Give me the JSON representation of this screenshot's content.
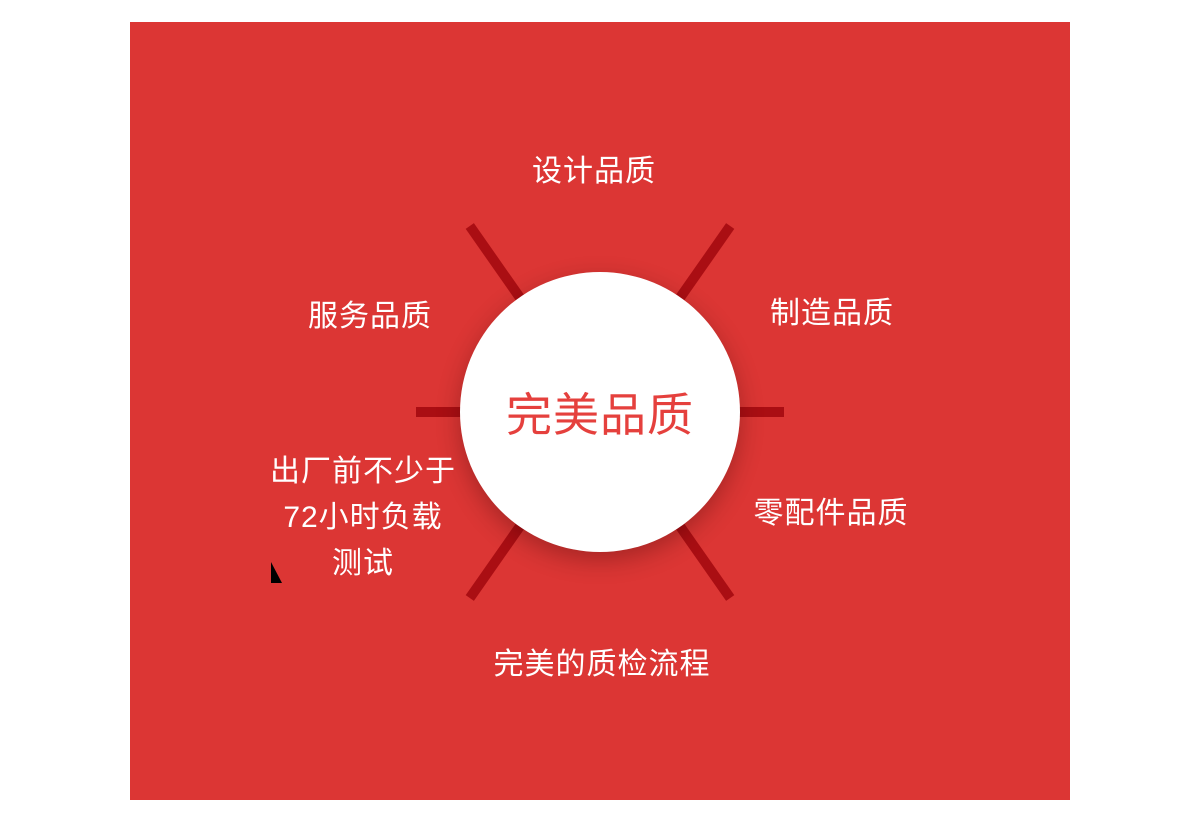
{
  "colors": {
    "bg-red": "#dc3634",
    "spoke-red": "#aa0e13",
    "hub-text-red": "#e5403d",
    "label-white": "#ffffff",
    "cursor-black": "#000000"
  },
  "hub": {
    "label": "完美品质"
  },
  "labels": {
    "top": "设计品质",
    "upper_left": "服务品质",
    "upper_right": "制造品质",
    "lower_right": "零配件品质",
    "bottom": "完美的质检流程",
    "lower_left_lines": {
      "0": "出厂前不少于",
      "1": "72小时负载",
      "2": "测试"
    }
  }
}
